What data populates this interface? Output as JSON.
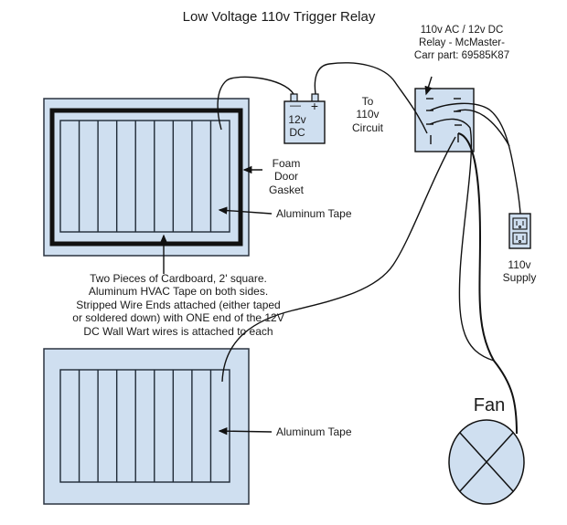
{
  "title": "Low Voltage 110v Trigger Relay",
  "labels": {
    "relay": "110v AC / 12v DC\nRelay - McMaster-\nCarr part: 69585K87",
    "battery": "12v\nDC",
    "battery_minus": "—",
    "battery_plus": "+",
    "to_circuit": "To\n110v\nCircuit",
    "gasket": "Foam\nDoor\nGasket",
    "tape_top": "Aluminum Tape",
    "description": "Two Pieces of Cardboard, 2' square.\nAluminum HVAC Tape on both sides.\nStripped Wire Ends attached (either taped\nor soldered down) with ONE end of the 12V\nDC Wall Wart wires is attached to each",
    "tape_bottom": "Aluminum Tape",
    "supply": "110v\nSupply",
    "fan": "Fan"
  },
  "colors": {
    "panel_fill": "#cfdff0",
    "stroke": "#111111",
    "panel_border": "#2b3440"
  },
  "panels": {
    "top": {
      "tape_strips": 9,
      "has_gasket": true
    },
    "bottom": {
      "tape_strips": 9,
      "has_gasket": false
    }
  }
}
